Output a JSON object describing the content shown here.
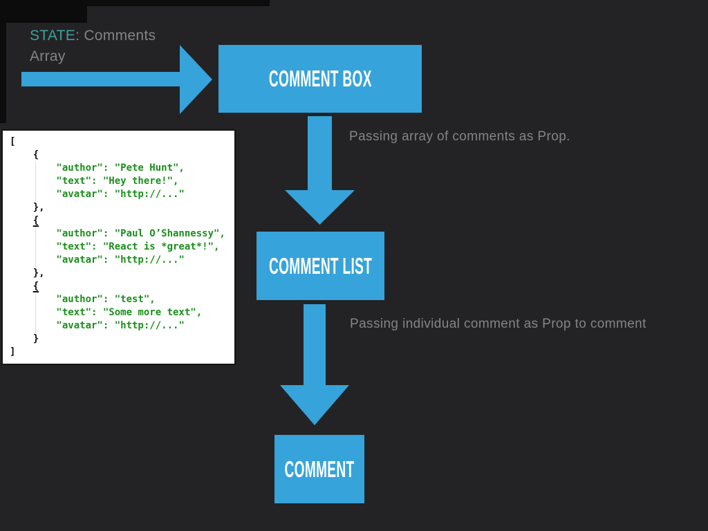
{
  "colors": {
    "background": "#232325",
    "accent_blue": "#36A3DB",
    "teal": "#3EA09A",
    "muted_text": "#848484",
    "code_green": "#1b8f1b",
    "code_black": "#111111"
  },
  "state_label": {
    "term": "STATE",
    "separator": ": ",
    "description": "Comments Array"
  },
  "diagram": {
    "nodes": [
      {
        "id": "comment-box",
        "label": "COMMENT BOX"
      },
      {
        "id": "comment-list",
        "label": "COMMENT LIST"
      },
      {
        "id": "comment",
        "label": "COMMENT"
      }
    ],
    "annotations": [
      {
        "text": "Passing array of comments as Prop."
      },
      {
        "text": "Passing individual comment as Prop to comment"
      }
    ]
  },
  "code": {
    "lines": [
      [
        {
          "t": "[",
          "c": "p"
        }
      ],
      [
        {
          "t": "    {",
          "c": "p"
        }
      ],
      [
        {
          "t": "        \"author\": \"Pete Hunt\",",
          "c": "s"
        }
      ],
      [
        {
          "t": "        \"text\": \"Hey there!\",",
          "c": "s"
        }
      ],
      [
        {
          "t": "        \"avatar\": \"http://...\"",
          "c": "s"
        }
      ],
      [
        {
          "t": "    },",
          "c": "p"
        }
      ],
      [
        {
          "t": "    ",
          "c": "p"
        },
        {
          "t": "{",
          "c": "p",
          "u": true
        }
      ],
      [
        {
          "t": "        \"author\": \"Paul O’Shannessy\",",
          "c": "s"
        }
      ],
      [
        {
          "t": "        \"text\": \"React is *great*!\",",
          "c": "s"
        }
      ],
      [
        {
          "t": "        \"avatar\": \"http://...\"",
          "c": "s"
        }
      ],
      [
        {
          "t": "    },",
          "c": "p"
        }
      ],
      [
        {
          "t": "    ",
          "c": "p"
        },
        {
          "t": "{",
          "c": "p",
          "u": true
        }
      ],
      [
        {
          "t": "        \"author\": \"test\",",
          "c": "s"
        }
      ],
      [
        {
          "t": "        \"text\": \"Some more text\",",
          "c": "s"
        }
      ],
      [
        {
          "t": "        \"avatar\": \"http://...\"",
          "c": "s"
        }
      ],
      [
        {
          "t": "    }",
          "c": "p"
        }
      ],
      [
        {
          "t": "]",
          "c": "p"
        }
      ]
    ]
  }
}
